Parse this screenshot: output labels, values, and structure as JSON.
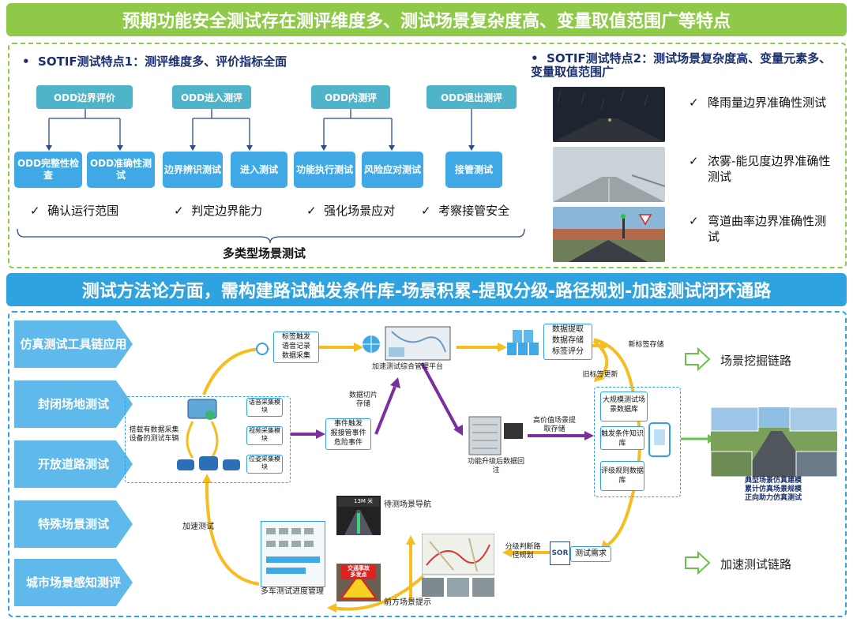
{
  "top_banner": "预期功能安全测试存在测评维度多、测试场景复杂度高、变量取值范围广等特点",
  "feature1": {
    "title": "SOTIF测试特点1：测评维度多、评价指标全面",
    "categories": [
      "ODD边界评价",
      "ODD进入测评",
      "ODD内测评",
      "ODD退出测评"
    ],
    "boxes": [
      "ODD完整性检查",
      "ODD准确性测试",
      "边界辨识测试",
      "进入测试",
      "功能执行测试",
      "风险应对测试",
      "接管测试"
    ],
    "checks": [
      "确认运行范围",
      "判定边界能力",
      "强化场景应对",
      "考察接管安全"
    ],
    "footer": "多类型场景测试"
  },
  "feature2": {
    "title": "SOTIF测试特点2：测试场景复杂度高、变量元素多、变量取值范围广",
    "items": [
      "降雨量边界准确性测试",
      "浓雾-能见度边界准确性测试",
      "弯道曲率边界准确性测试"
    ]
  },
  "mid_banner": "测试方法论方面，需构建路试触发条件库-场景积累-提取分级-路径规划-加速测试闭环通路",
  "side_labels": [
    "仿真测试工具链应用",
    "封闭场地测试",
    "开放道路测试",
    "特殊场景测试",
    "城市场景感知测评"
  ],
  "flow": {
    "vehicle_label": "搭载有数据采集设备的测试车辆",
    "modules": [
      "语音采集模块",
      "视频采集模块",
      "位姿采集模块"
    ],
    "tag_trigger": [
      "标签触发",
      "语音记录",
      "数据采集"
    ],
    "event_trigger": [
      "事件触发",
      "报接管事件",
      "危险事件"
    ],
    "data_slice": "数据切片存储",
    "platform": "加速测试综合管理平台",
    "data_extract": [
      "数据提取",
      "数据存储",
      "标签评分"
    ],
    "new_tag": "新标签存储",
    "old_tag": "旧标签更新",
    "high_value": "高价值场景提取存储",
    "upgrade": "功能升级后数据回注",
    "db1": "大规模测试场景数据库",
    "db2": "触发条件知识库",
    "db3": "评级规则数据库",
    "sim_caption": [
      "典型场景仿真建模",
      "累计仿真场景规模",
      "正向助力仿真测试"
    ],
    "test_demand": "测试需求",
    "sor": "SOR",
    "grading": "分级判断路径规划",
    "nav_label": "待测场景导航",
    "nav_sign": "13M 米",
    "warn_sign": [
      "交通事故",
      "多发点"
    ],
    "forward_hint": "前方场景提示",
    "multi_car": "多车测试进度管理",
    "accel": "加速测试",
    "chain1": "场景挖掘链路",
    "chain2": "加速测试链路"
  },
  "colors": {
    "green": "#8fc94a",
    "blue": "#2ea3e0",
    "teal_box": "#4fb3c9",
    "box_blue": "#3fa9e6",
    "yellow": "#f5bd1f",
    "purple": "#7b2f9e",
    "navy": "#1a2f6b"
  }
}
